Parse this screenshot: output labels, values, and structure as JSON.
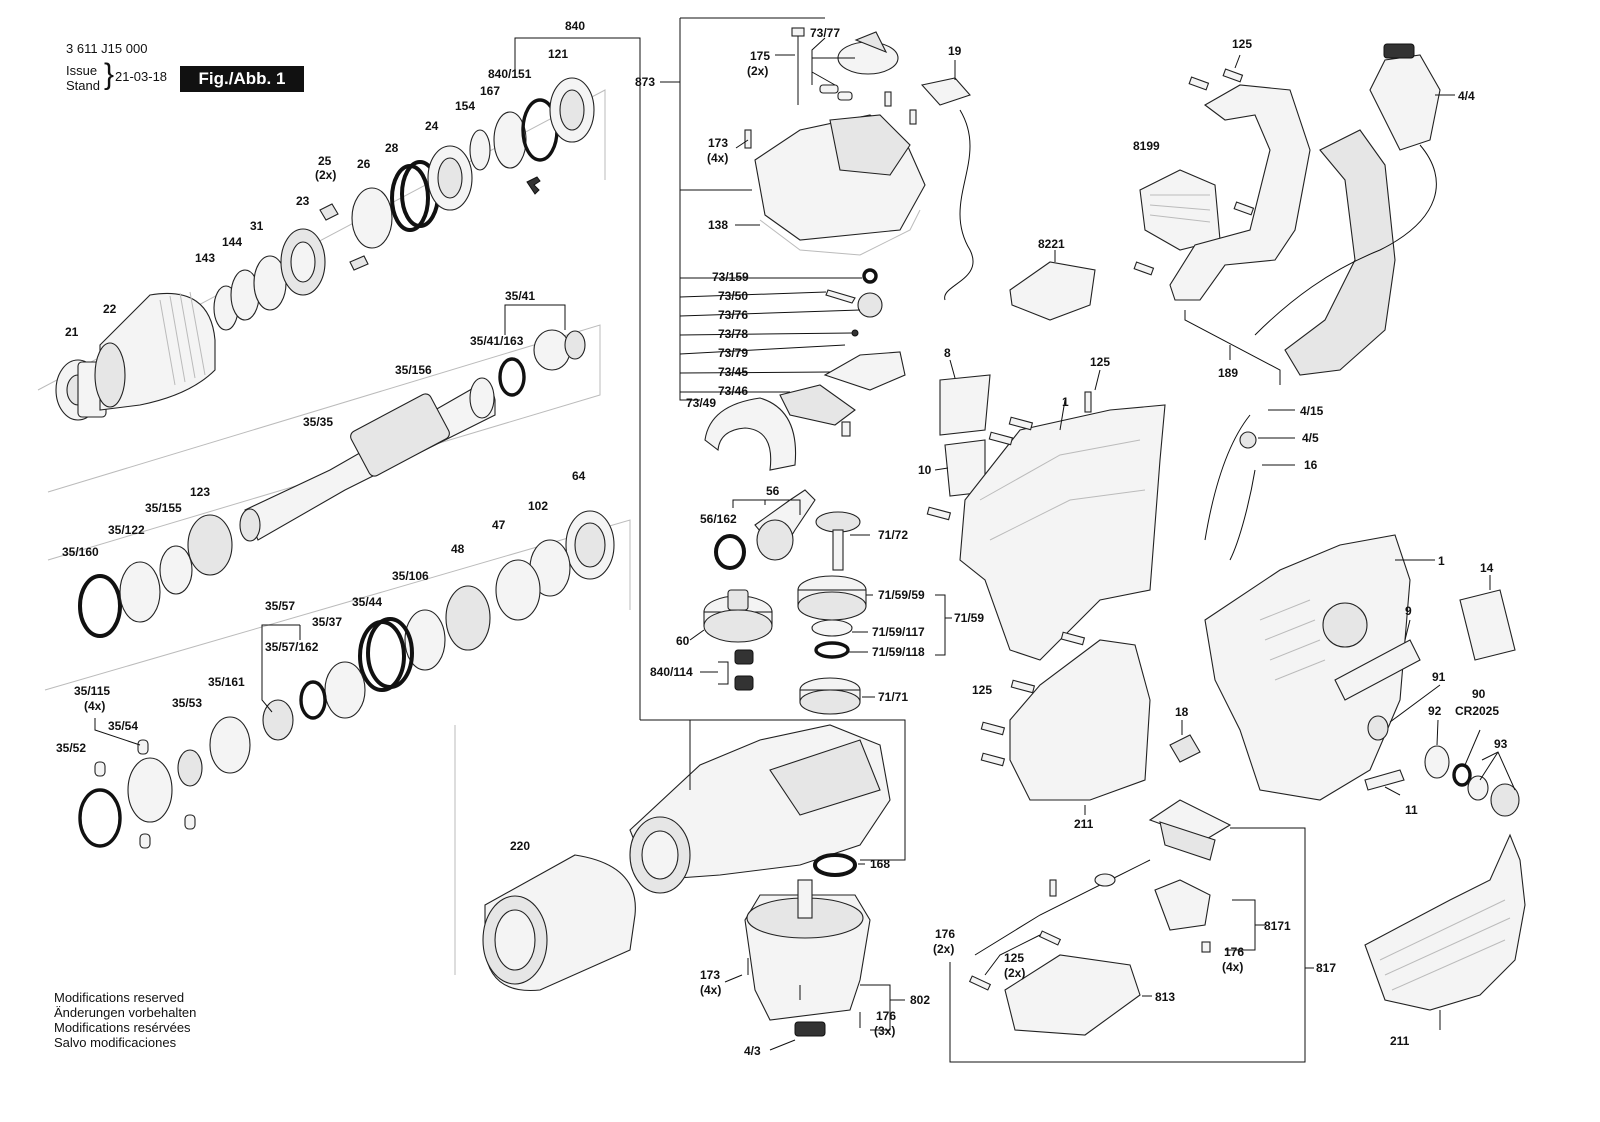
{
  "header": {
    "doc_number": "3 611 J15 000",
    "issue_label": "Issue",
    "stand_label": "Stand",
    "date": "21-03-18",
    "figure_label": "Fig./Abb. 1"
  },
  "footer": {
    "lines": [
      "Modifications reserved",
      "Änderungen vorbehalten",
      "Modifications resérvées",
      "Salvo modificaciones"
    ]
  },
  "callouts": {
    "p840": "840",
    "p873": "873",
    "p121": "121",
    "p840_151": "840/151",
    "p167": "167",
    "p154": "154",
    "p24": "24",
    "p28": "28",
    "p25": "25",
    "p25q": "(2x)",
    "p26": "26",
    "p23": "23",
    "p31": "31",
    "p144": "144",
    "p143": "143",
    "p22": "22",
    "p21": "21",
    "p35_41": "35/41",
    "p35_41_163": "35/41/163",
    "p35_156": "35/156",
    "p35_35": "35/35",
    "p123": "123",
    "p35_155": "35/155",
    "p35_122": "35/122",
    "p35_160": "35/160",
    "p64": "64",
    "p102": "102",
    "p47": "47",
    "p48": "48",
    "p35_106": "35/106",
    "p35_44": "35/44",
    "p35_37": "35/37",
    "p35_57": "35/57",
    "p35_57_162": "35/57/162",
    "p35_161": "35/161",
    "p35_53": "35/53",
    "p35_115": "35/115",
    "p35_115q": "(4x)",
    "p35_54": "35/54",
    "p35_52": "35/52",
    "p220": "220",
    "p168": "168",
    "p175": "175",
    "p175q": "(2x)",
    "p73_77": "73/77",
    "p19": "19",
    "p173a": "173",
    "p173aq": "(4x)",
    "p138": "138",
    "p73_159": "73/159",
    "p73_50": "73/50",
    "p73_76": "73/76",
    "p73_78": "73/78",
    "p73_79": "73/79",
    "p73_45": "73/45",
    "p73_46": "73/46",
    "p73_49": "73/49",
    "p56": "56",
    "p56_162": "56/162",
    "p71_72": "71/72",
    "p71_59_59": "71/59/59",
    "p71_59": "71/59",
    "p71_59_117": "71/59/117",
    "p71_59_118": "71/59/118",
    "p60": "60",
    "p840_114": "840/114",
    "p71_71": "71/71",
    "p173b": "173",
    "p173bq": "(4x)",
    "p802": "802",
    "p176a": "176",
    "p176aq": "(3x)",
    "p4_3": "4/3",
    "p8221": "8221",
    "p8199": "8199",
    "p125a": "125",
    "p4_4": "4/4",
    "p189": "189",
    "p125b": "125",
    "p8": "8",
    "p1a": "1",
    "p10": "10",
    "p4_15": "4/15",
    "p4_5": "4/5",
    "p16": "16",
    "p1b": "1",
    "p14": "14",
    "p9": "9",
    "p125c": "125",
    "p91": "91",
    "p90": "90",
    "p90b": "CR2025",
    "p92": "92",
    "p93": "93",
    "p18": "18",
    "p11": "11",
    "p211a": "211",
    "p176b": "176",
    "p176bq": "(2x)",
    "p125d": "125",
    "p125dq": "(2x)",
    "p813": "813",
    "p8171": "8171",
    "p176c": "176",
    "p176cq": "(4x)",
    "p817": "817",
    "p211b": "211"
  }
}
